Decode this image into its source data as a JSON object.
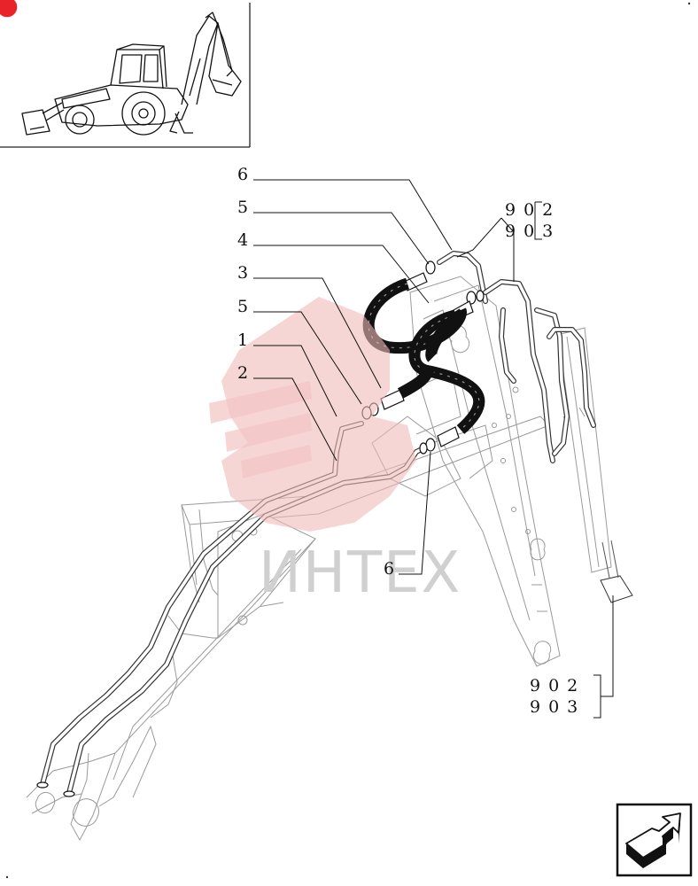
{
  "brand": {
    "accent": "#e8232a",
    "watermark_red": "#f0b9b9"
  },
  "watermark": {
    "text": "ИНТЕХ"
  },
  "callouts": {
    "c6_top": "6",
    "c5_upper": "5",
    "c4": "4",
    "c3": "3",
    "c5_lower": "5",
    "c1": "1",
    "c2": "2",
    "c6_bottom": "6"
  },
  "refs": {
    "top": {
      "line1": "902",
      "line2": "903"
    },
    "bottom": {
      "line1": "902",
      "line2": "903"
    }
  },
  "thumbnail": {
    "icon": "backhoe-loader-icon"
  },
  "nav": {
    "icon": "next-page-arrow-icon"
  }
}
